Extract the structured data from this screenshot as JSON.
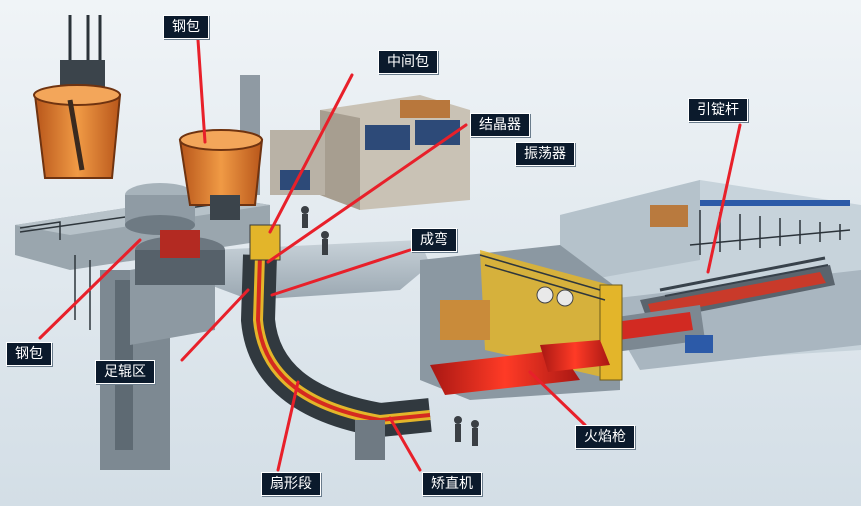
{
  "labels": {
    "ladle_top": "钢包",
    "tundish": "中间包",
    "mold": "结晶器",
    "oscillator": "振荡器",
    "dummy_bar": "引锭杆",
    "bending": "成弯",
    "ladle_left": "钢包",
    "foot_roll": "足辊区",
    "torch": "火焰枪",
    "segment": "扇形段",
    "straightener": "矫直机"
  },
  "colors": {
    "background": "#dfe9f0",
    "callout_bg": "#0b1a2c",
    "callout_text": "#ffffff",
    "arrow": "#e8202a",
    "ladle_body": "#d9731f",
    "hot_strand": "#e0241f",
    "frame_yellow": "#e3b52a",
    "floor": "#b9c4cc",
    "structure": "#5d6a75"
  }
}
